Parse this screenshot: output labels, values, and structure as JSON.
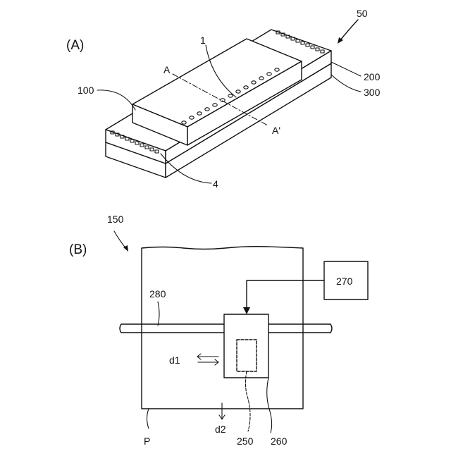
{
  "panel_a": {
    "label": "(A)",
    "refs": {
      "device": "50",
      "nozzle": "1",
      "head": "100",
      "section_start": "A",
      "section_end": "A'",
      "substrate": "200",
      "base": "300",
      "pads": "4"
    }
  },
  "panel_b": {
    "label": "(B)",
    "refs": {
      "apparatus": "150",
      "controller": "270",
      "rail": "280",
      "direction1": "d1",
      "direction2": "d2",
      "medium": "P",
      "head": "250",
      "carriage": "260"
    }
  },
  "colors": {
    "line": "#111111",
    "background": "#ffffff"
  }
}
